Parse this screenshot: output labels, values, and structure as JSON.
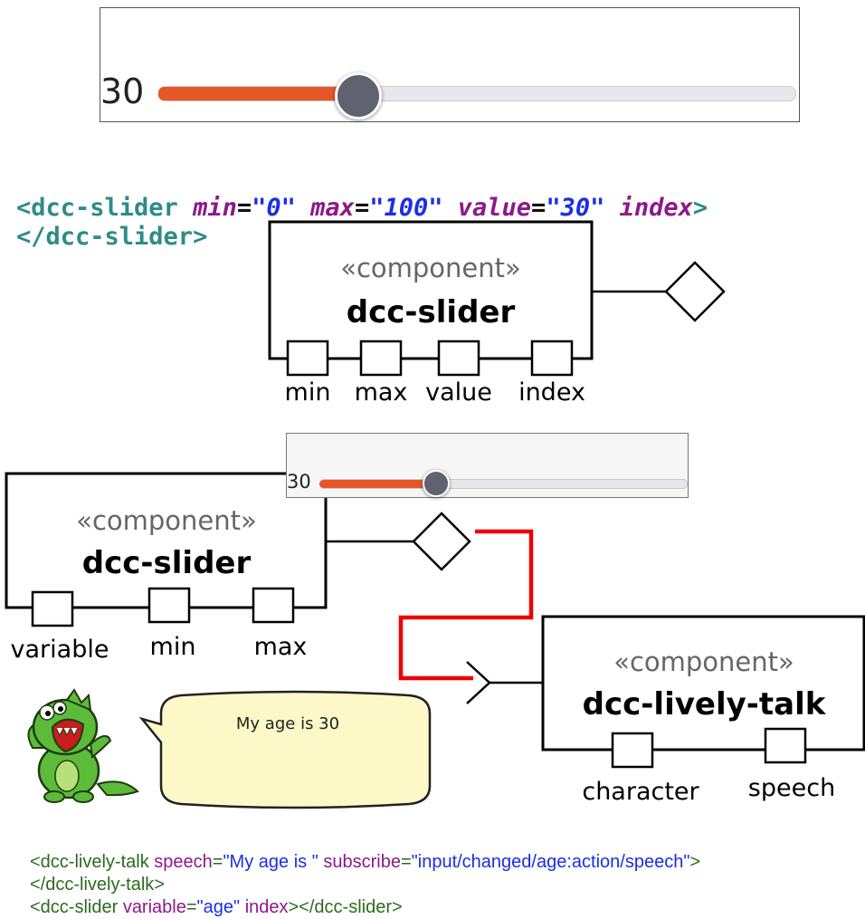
{
  "slider_top": {
    "value_text": "30",
    "value": 30,
    "min": 0,
    "max": 100
  },
  "code_top": {
    "line1_open": "<dcc-slider ",
    "attr_min": "min",
    "val_min": "\"0\"",
    "attr_max": "max",
    "val_max": "\"100\"",
    "attr_value": "value",
    "val_value": "\"30\"",
    "attr_index": "index",
    "close_bracket": ">",
    "eq": "=",
    "line2": "</dcc-slider>"
  },
  "component1": {
    "stereotype": "«component»",
    "name": "dcc-slider",
    "ports": [
      "min",
      "max",
      "value",
      "index"
    ]
  },
  "slider_small": {
    "value_text": "30",
    "value": 30,
    "min": 0,
    "max": 100
  },
  "component2": {
    "stereotype": "«component»",
    "name": "dcc-slider",
    "ports": [
      "variable",
      "min",
      "max"
    ]
  },
  "component3": {
    "stereotype": "«component»",
    "name": "dcc-lively-talk",
    "ports": [
      "character",
      "speech"
    ]
  },
  "speech_bubble": {
    "text": "My age is 30"
  },
  "code_bottom": {
    "line1_tag": "<dcc-lively-talk ",
    "attr_speech": "speech",
    "val_speech": "\"My age is \"",
    "attr_subscribe": "subscribe",
    "val_subscribe": "\"input/changed/age:action/speech\"",
    "gt": ">",
    "eq": "=",
    "line2": "</dcc-lively-talk>",
    "line3_tag": "<dcc-slider ",
    "attr_variable": "variable",
    "val_variable": "\"age\"",
    "attr_index": "index",
    "line3_end": "></dcc-slider>"
  },
  "colors": {
    "accent": "#e65728",
    "thumb": "#606270",
    "connector": "#ee0000",
    "bubble": "#fdf8c8",
    "dino": "#5dbb3a"
  }
}
